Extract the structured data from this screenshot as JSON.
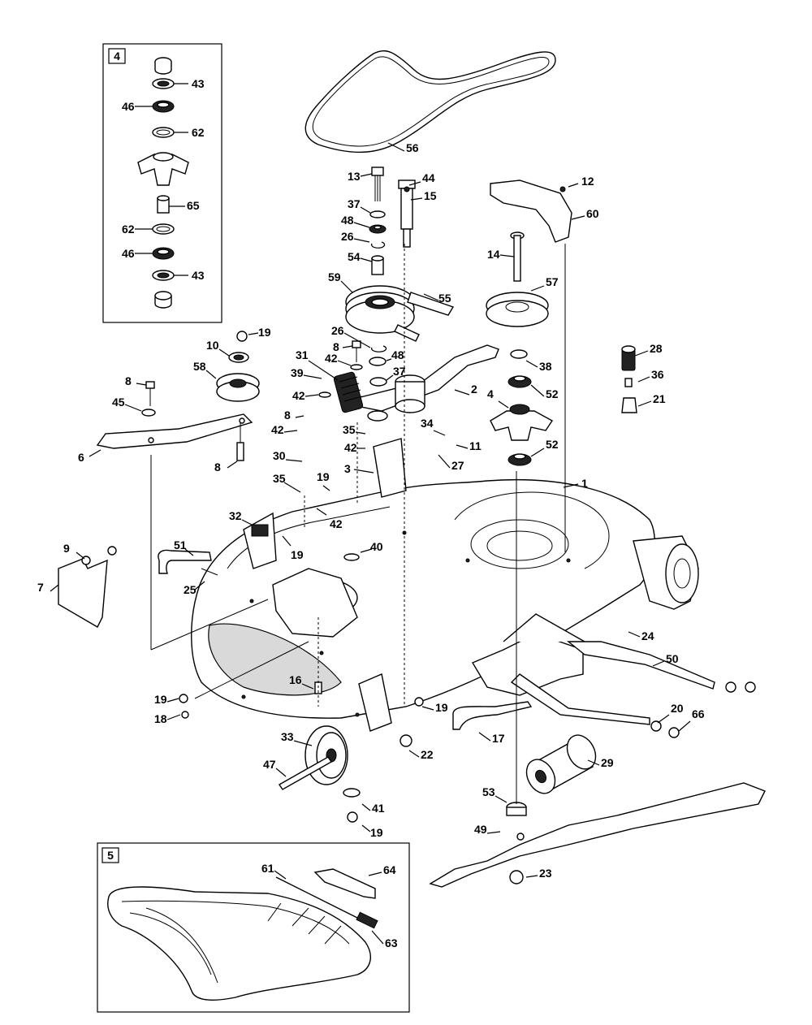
{
  "insets": [
    {
      "label": "4"
    },
    {
      "label": "5"
    }
  ],
  "callouts": [
    "1",
    "2",
    "3",
    "4",
    "6",
    "7",
    "8",
    "9",
    "10",
    "11",
    "12",
    "13",
    "14",
    "15",
    "16",
    "17",
    "18",
    "19",
    "20",
    "21",
    "22",
    "23",
    "24",
    "25",
    "26",
    "27",
    "28",
    "29",
    "30",
    "31",
    "32",
    "33",
    "34",
    "35",
    "36",
    "37",
    "38",
    "39",
    "40",
    "41",
    "42",
    "43",
    "44",
    "45",
    "46",
    "47",
    "48",
    "49",
    "50",
    "51",
    "52",
    "53",
    "54",
    "55",
    "56",
    "57",
    "58",
    "59",
    "60",
    "61",
    "62",
    "63",
    "64",
    "65",
    "66"
  ],
  "colors": {
    "line": "#000000",
    "background": "#ffffff"
  }
}
